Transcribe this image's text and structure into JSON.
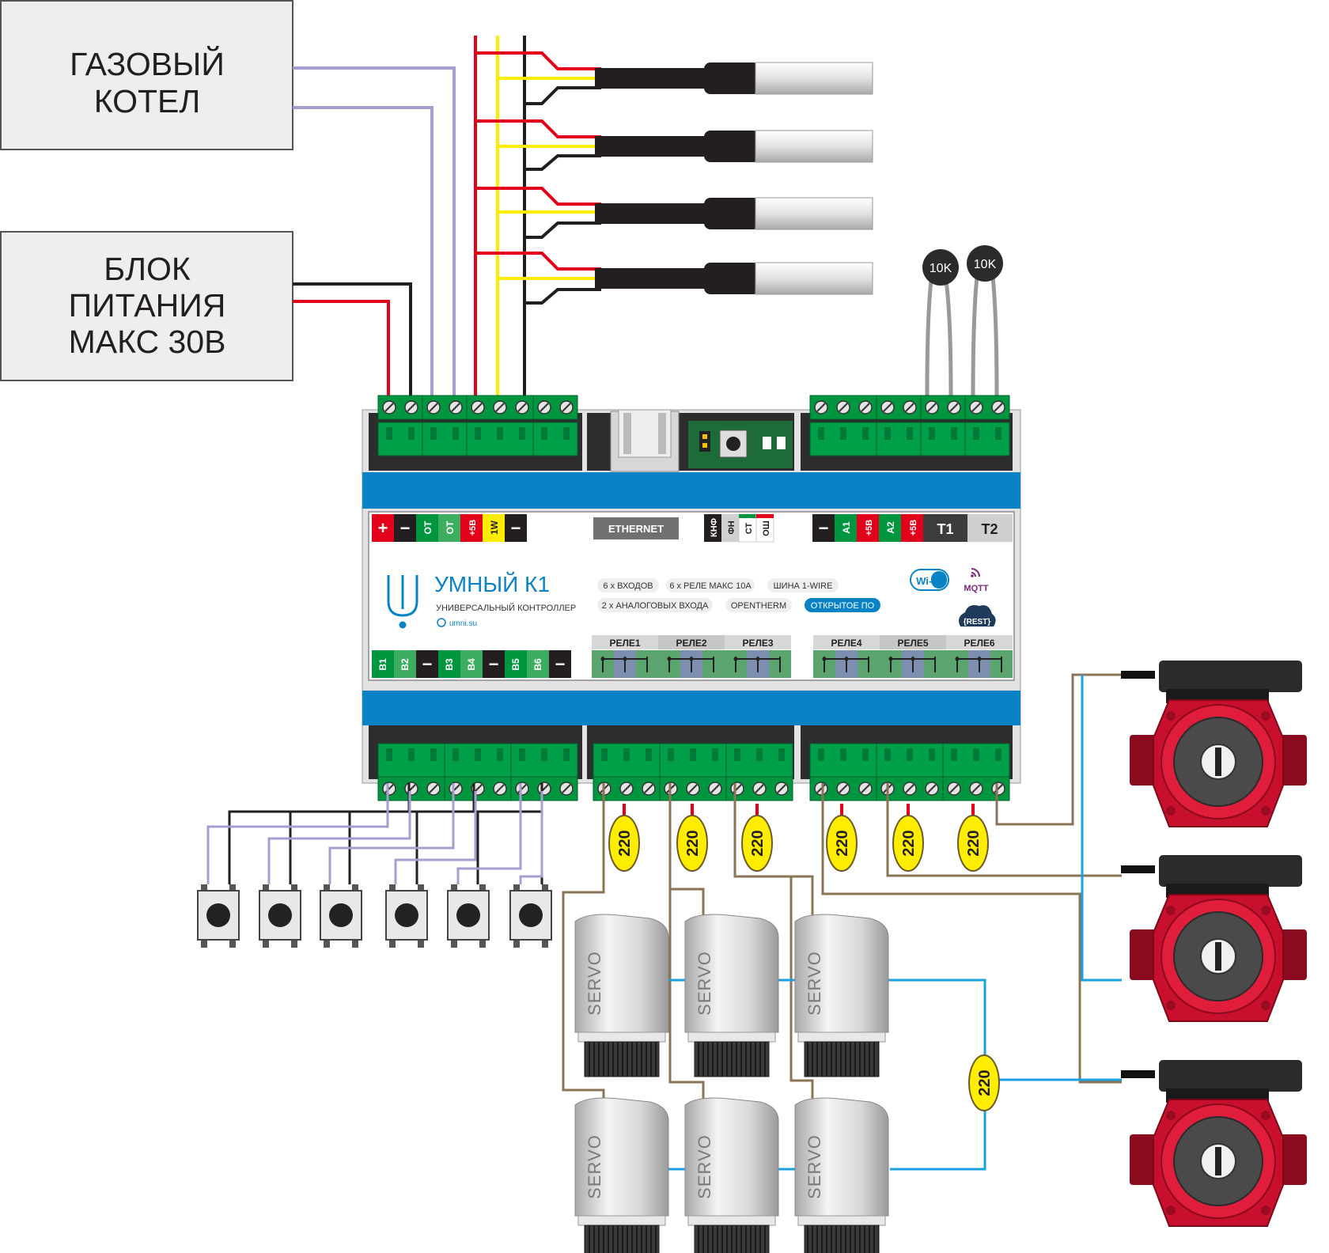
{
  "boxes": {
    "boiler": [
      "ГАЗОВЫЙ",
      "КОТЕЛ"
    ],
    "psu": [
      "БЛОК",
      "ПИТАНИЯ",
      "МАКС 30В"
    ]
  },
  "controller": {
    "top_left_terms": [
      "+",
      "−",
      "ОТ",
      "ОТ",
      "+5В",
      "1W",
      "−"
    ],
    "ethernet": "ETHERNET",
    "mid_terms": [
      "КНФ",
      "ФН",
      "СТ",
      "ОШ"
    ],
    "top_right_terms": [
      "−",
      "А1",
      "+5В",
      "А2",
      "+5В",
      "T1",
      "T2"
    ],
    "brand": "УМНЫЙ К1",
    "subtitle": "УНИВЕРСАЛЬНЫЙ КОНТРОЛЛЕР",
    "url": "umni.su",
    "features": [
      "6 x ВХОДОВ",
      "6 x РЕЛЕ МАКС 10А",
      "ШИНА 1-WIRE",
      "2 x АНАЛОГОВЫХ ВХОДА",
      "OPENTHERM",
      "ОТКРЫТОЕ ПО"
    ],
    "badges": {
      "wifi": "Wi-Fi",
      "mqtt": "MQTT",
      "rest": "{REST}"
    },
    "relays": [
      "РЕЛЕ1",
      "РЕЛЕ2",
      "РЕЛЕ3",
      "РЕЛЕ4",
      "РЕЛЕ5",
      "РЕЛЕ6"
    ],
    "bottom_terms": [
      "В1",
      "В2",
      "−",
      "В3",
      "В4",
      "−",
      "В5",
      "В6",
      "−"
    ]
  },
  "sensors": {
    "ntc": [
      "10K",
      "10K"
    ]
  },
  "voltage": [
    "220",
    "220",
    "220",
    "220",
    "220",
    "220",
    "220"
  ],
  "servos": [
    "SERVO",
    "SERVO",
    "SERVO",
    "SERVO",
    "SERVO",
    "SERVO"
  ],
  "colors": {
    "wire_red": "#e3001b",
    "wire_yellow": "#ffed00",
    "wire_black": "#231f20",
    "wire_lilac": "#a59ecf",
    "wire_brown": "#8b7355",
    "wire_blue": "#1ba1e2",
    "din_blue": "#0a83c6",
    "term_green": "#009640",
    "pump_red": "#c8102e",
    "volt_yellow": "#ffed00"
  }
}
